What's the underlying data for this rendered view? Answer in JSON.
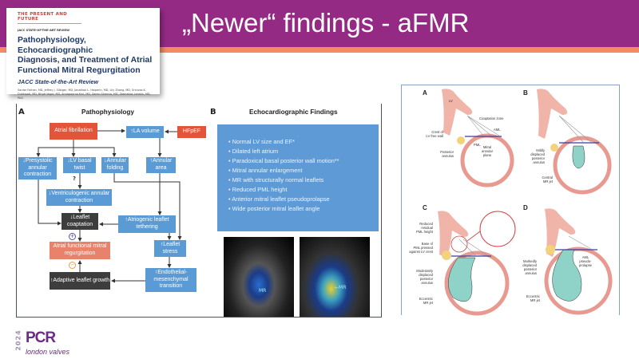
{
  "slide": {
    "title": "„Newer“ findings - aFMR"
  },
  "paper": {
    "kicker": "THE PRESENT AND FUTURE",
    "series": "JACC STATE-OF-THE-ART REVIEW",
    "title_lines": [
      "Pathophysiology, Echocardiographic",
      "Diagnosis, and Treatment of Atrial",
      "Functional Mitral Regurgitation"
    ],
    "subtitle": "JACC State-of-the-Art Review",
    "authors": "Sardar Farhan, MD, Jeffrey J. Silbiger, MD, Jonathan L. Halperin, MD, Lily Zhang, MD, Srinivas K. Dukkipati, MD, Birgit Vogel, MD, Annapoorna Kini, MD, Samin Sharma, MD, Stamatios Lerakis, MD, PhD"
  },
  "panelA": {
    "letter": "A",
    "title": "Pathophysiology",
    "af": "Atrial fibrillation",
    "la": "↑LA volume",
    "hfpef": "HFpEF",
    "presys": "↓Presystolic annular contraction",
    "lvtwist": "↓LV basal twist",
    "folding": "↓Annular folding",
    "area": "↑Annular area",
    "question": "?",
    "ventri": "↓Ventriculogenic annular contraction",
    "coapt": "↓Leaflet coaptation",
    "atrio": "↑Atriogenic leaflet tethering",
    "plus": "+",
    "afmr": "Atrial functional mitral regurgitation",
    "stress": "↑Leaflet stress",
    "minus": "−",
    "adaptive": "↑Adaptive leaflet growth",
    "endo": "↑Endothelial-mesenchymal transition"
  },
  "panelB": {
    "letter": "B",
    "title": "Echocardiographic Findings",
    "items": [
      "• Normal LV size and EF*",
      "• Dilated left atrium",
      "• Paradoxical basal posterior wall motion**",
      "• Mitral annular enlargement",
      "• MR with structurally normal leaflets",
      "• Reduced PML height",
      "• Anterior mitral leaflet pseudoprolapse",
      "• Wide posterior mitral leaflet angle"
    ],
    "echo1_label": "MR",
    "echo2_label": "←MR"
  },
  "figR": {
    "A": "A",
    "B": "B",
    "C": "C",
    "D": "D",
    "lv": "LV",
    "coapt": "Coaptation zone",
    "crest": [
      "Crest of",
      "LV free wall"
    ],
    "aml": "AML",
    "pml": "PML",
    "plane": [
      "Mitral",
      "annular",
      "plane"
    ],
    "post": [
      "Posterior",
      "annulus"
    ],
    "mild": [
      "Mildly",
      "displaced",
      "posterior",
      "annulus"
    ],
    "central": [
      "Central",
      "MR jet"
    ],
    "reduced": [
      "Reduced",
      "residual",
      "PML height"
    ],
    "base": [
      "Base of",
      "PML pressed",
      "against LV crest"
    ],
    "moder": [
      "Moderately",
      "displaced",
      "posterior",
      "annulus"
    ],
    "ecc": [
      "Eccentric",
      "MR jet"
    ],
    "marked": [
      "Markedly",
      "displaced",
      "posterior",
      "annulus"
    ],
    "amlp": [
      "AML",
      "pseudo-",
      "prolapse"
    ]
  },
  "logo": {
    "year": "2024",
    "brand": "PCR",
    "sub": "london valves"
  }
}
